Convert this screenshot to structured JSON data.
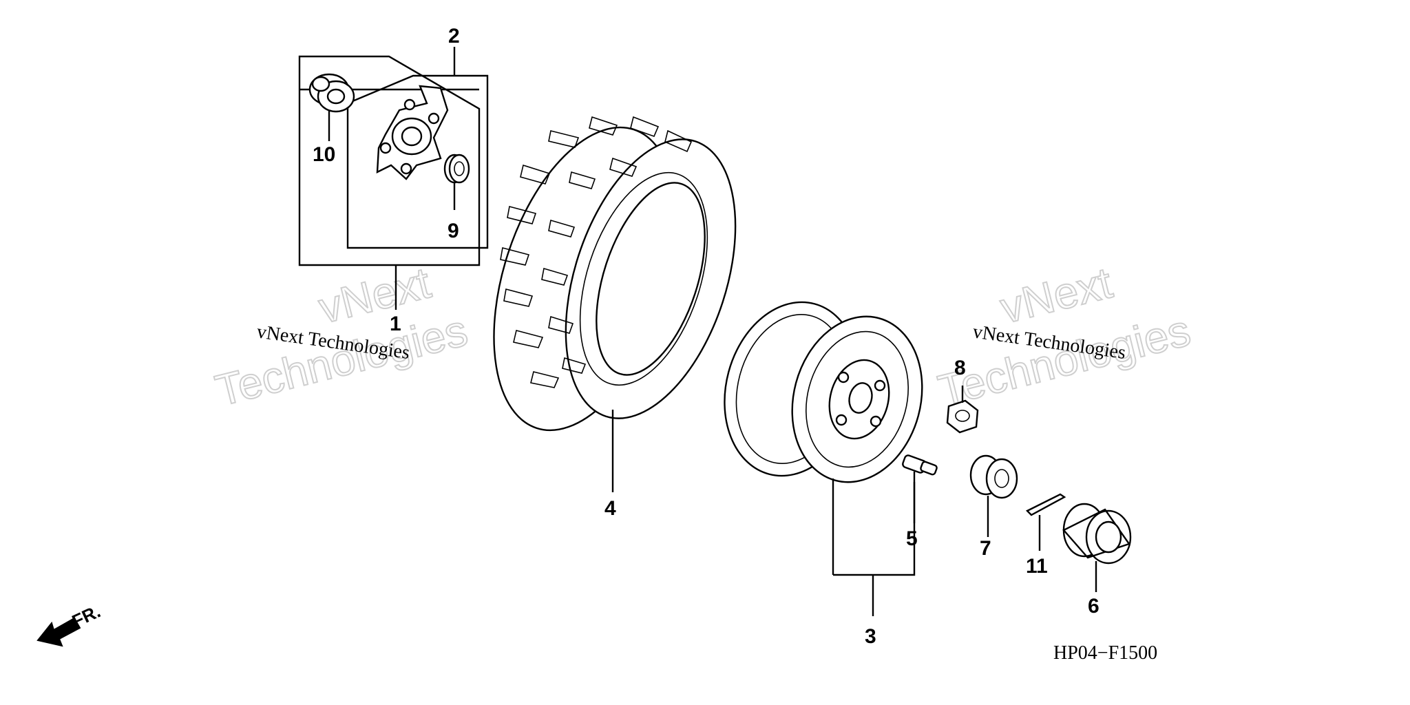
{
  "callouts": {
    "c1": "1",
    "c2": "2",
    "c3": "3",
    "c4": "4",
    "c5": "5",
    "c6": "6",
    "c7": "7",
    "c8": "8",
    "c9": "9",
    "c10": "10",
    "c11": "11"
  },
  "watermark": {
    "left_small": "vNext Technologies",
    "left_big_1": "vNext",
    "left_big_2": "Technologies",
    "right_small": "vNext Technologies",
    "right_big_1": "vNext",
    "right_big_2": "Technologies"
  },
  "diagram_code": "HP04−F1500",
  "direction_label": "FR."
}
